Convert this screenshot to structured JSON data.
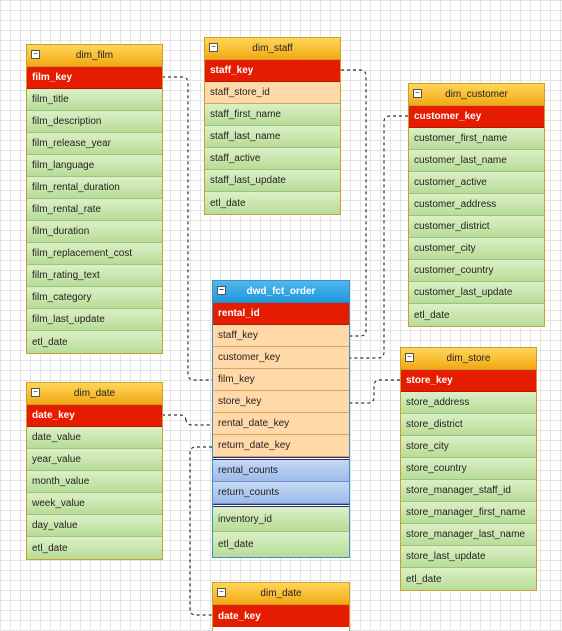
{
  "tables": {
    "dim_film": {
      "title": "dim_film",
      "rows": [
        "film_key",
        "film_title",
        "film_description",
        "film_release_year",
        "film_language",
        "film_rental_duration",
        "film_rental_rate",
        "film_duration",
        "film_replacement_cost",
        "film_rating_text",
        "film_category",
        "film_last_update",
        "etl_date"
      ]
    },
    "dim_staff": {
      "title": "dim_staff",
      "rows": [
        "staff_key",
        "staff_store_id",
        "staff_first_name",
        "staff_last_name",
        "staff_active",
        "staff_last_update",
        "etl_date"
      ]
    },
    "dim_customer": {
      "title": "dim_customer",
      "rows": [
        "customer_key",
        "customer_first_name",
        "customer_last_name",
        "customer_active",
        "customer_address",
        "customer_district",
        "customer_city",
        "customer_country",
        "customer_last_update",
        "etl_date"
      ]
    },
    "dwd_fct_order": {
      "title": "dwd_fct_order",
      "rows": [
        "rental_id",
        "staff_key",
        "customer_key",
        "film_key",
        "store_key",
        "rental_date_key",
        "return_date_key",
        "rental_counts",
        "return_counts",
        "inventory_id",
        "etl_date"
      ]
    },
    "dim_date": {
      "title": "dim_date",
      "rows": [
        "date_key",
        "date_value",
        "year_value",
        "month_value",
        "week_value",
        "day_value",
        "etl_date"
      ]
    },
    "dim_store": {
      "title": "dim_store",
      "rows": [
        "store_key",
        "store_address",
        "store_district",
        "store_city",
        "store_country",
        "store_manager_staff_id",
        "store_manager_first_name",
        "store_manager_last_name",
        "store_last_update",
        "etl_date"
      ]
    },
    "dim_date_2": {
      "title": "dim_date",
      "rows": [
        "date_key"
      ]
    }
  },
  "icons": {
    "collapse": "minus-icon"
  },
  "colors": {
    "primary_key": "#e51c00",
    "foreign_key": "#ffd9a8",
    "measure": "#b0c9ef",
    "attribute": "#c8e6ad",
    "header": "#f9bd2a",
    "fact_header": "#2ea3e3"
  }
}
